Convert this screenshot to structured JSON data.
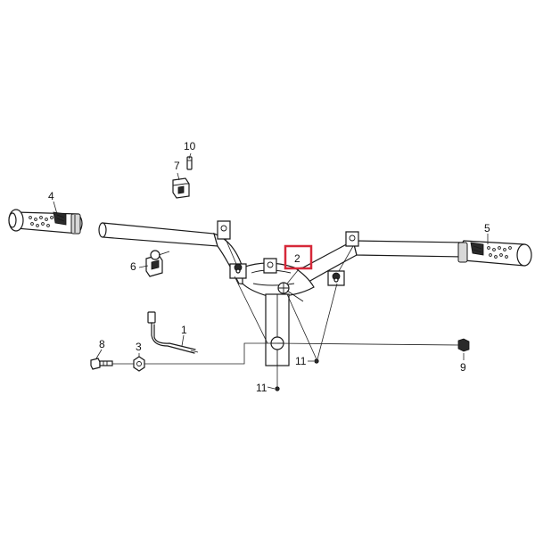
{
  "parts": {
    "p1": "1",
    "p2": "2",
    "p3": "3",
    "p4": "4",
    "p5": "5",
    "p6": "6",
    "p7": "7",
    "p8": "8",
    "p9": "9",
    "p10": "10",
    "p11a": "11",
    "p11b": "11"
  },
  "colors": {
    "highlight": "#d62839",
    "line": "#1a1a1a"
  }
}
